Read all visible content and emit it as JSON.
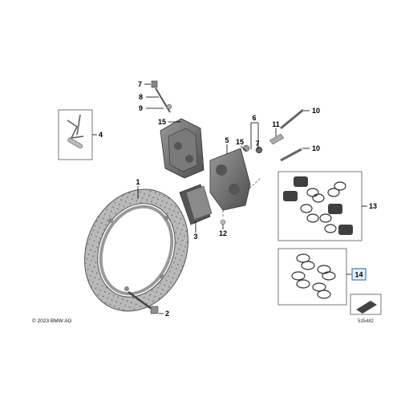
{
  "diagram": {
    "callouts": {
      "c1": "1",
      "c2": "2",
      "c3": "3",
      "c4": "4",
      "c5": "5",
      "c6": "6",
      "c7a": "7",
      "c7b": "7",
      "c8": "8",
      "c9": "9",
      "c10a": "10",
      "c10b": "10",
      "c11": "11",
      "c12": "12",
      "c13": "13",
      "c14": "14",
      "c15a": "15",
      "c15b": "15"
    },
    "highlighted_callout": "14",
    "highlight_color": "#3a7fc1",
    "copyright": "© 2023 BMW AG",
    "document_number": "535482"
  }
}
